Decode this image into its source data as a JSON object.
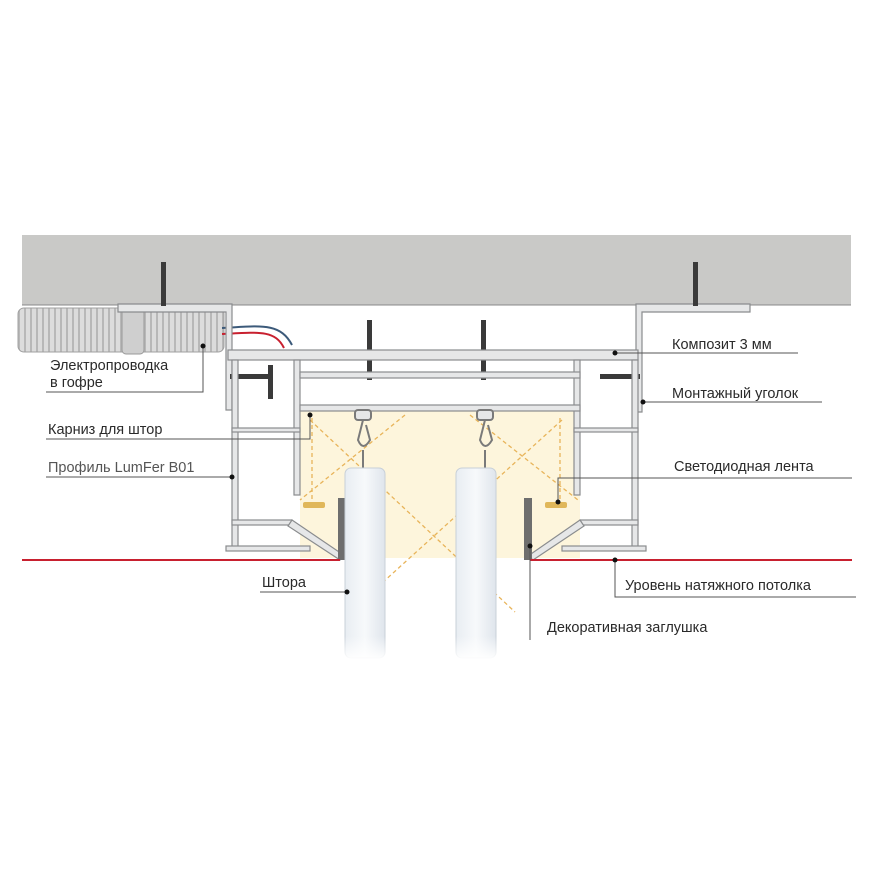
{
  "labels": {
    "wiring_line1": "Электропроводка",
    "wiring_line2": "в гофре",
    "cornice": "Карниз для штор",
    "profile": "Профиль LumFer B01",
    "curtain": "Штора",
    "composite": "Композит 3 мм",
    "mounting_angle": "Монтажный уголок",
    "led_strip": "Светодиодная лента",
    "ceiling_level": "Уровень натяжного потолка",
    "decorative_cap": "Декоративная заглушка"
  },
  "colors": {
    "concrete": "#c9c9c7",
    "profile": "#e6e7e8",
    "light": "#fdf5dc",
    "ray": "#e8b45a",
    "ceiling_line": "#c8202f",
    "led": "#e0b75a"
  }
}
